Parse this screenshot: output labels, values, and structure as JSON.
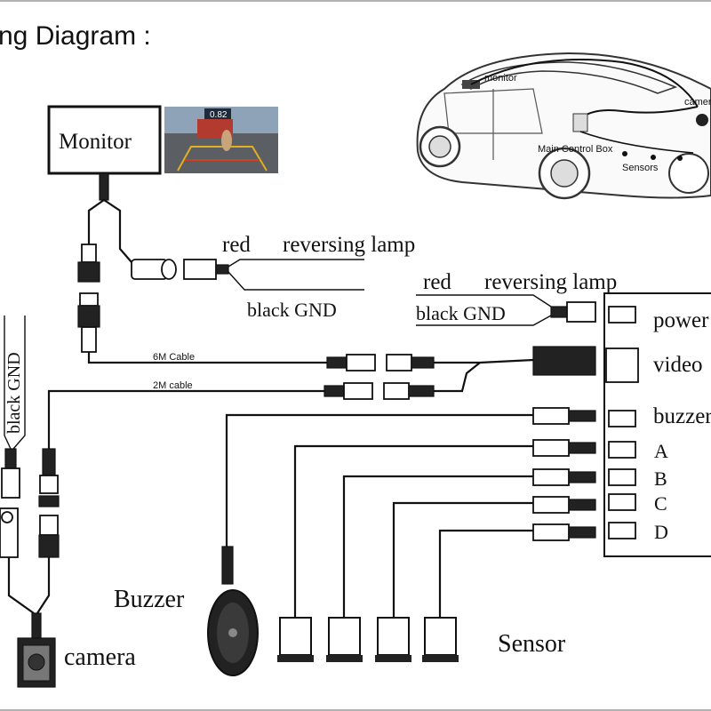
{
  "title": "ng Diagram :",
  "monitor": {
    "label": "Monitor",
    "screen_readout": "0.82"
  },
  "car": {
    "monitor_label": "monitor",
    "camera_label": "camera",
    "control_box_label": "Main Control Box",
    "sensors_label": "Sensors"
  },
  "monitor_wires": {
    "red_label": "red",
    "lamp_label": "reversing lamp",
    "black_gnd_label": "black GND"
  },
  "box_wires": {
    "red_label": "red",
    "lamp_label": "reversing lamp",
    "black_gnd_label": "black GND"
  },
  "cables": {
    "six_m": "6M Cable",
    "two_m": "2M cable"
  },
  "control_box": {
    "power": "power",
    "video": "video",
    "buzzer": "buzzer",
    "ports": [
      "A",
      "B",
      "C",
      "D"
    ]
  },
  "left_gnd_label": "black GND",
  "buzzer_label": "Buzzer",
  "camera_label": "camera",
  "sensor_label": "Sensor"
}
